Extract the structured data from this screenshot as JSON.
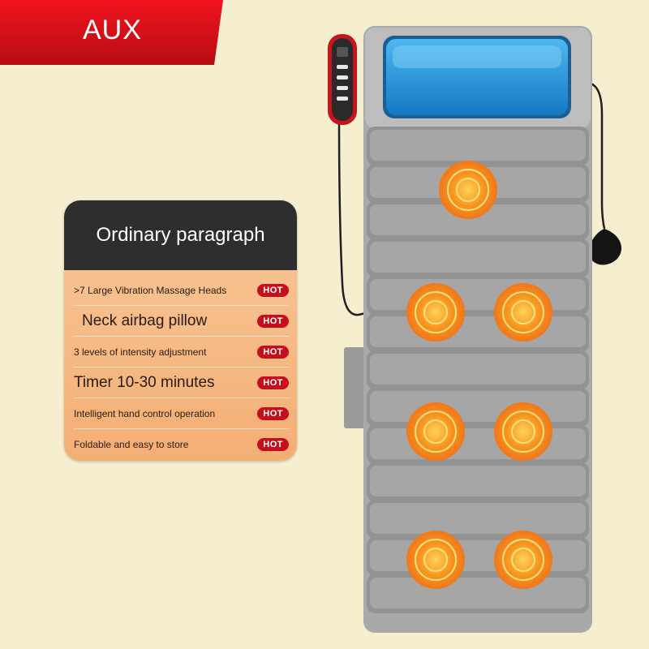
{
  "brand": {
    "label": "AUX"
  },
  "card": {
    "title": "Ordinary paragraph",
    "items": [
      {
        "text": ">7 Large Vibration Massage Heads",
        "badge": "HOT"
      },
      {
        "text": "Neck airbag pillow",
        "badge": "HOT"
      },
      {
        "text": "3 levels of intensity adjustment",
        "badge": "HOT"
      },
      {
        "text": "Timer 10-30 minutes",
        "badge": "HOT"
      },
      {
        "text": "Intelligent hand control operation",
        "badge": "HOT"
      },
      {
        "text": "Foldable and easy to store",
        "badge": "HOT"
      }
    ]
  },
  "colors": {
    "background": "#f6efcf",
    "banner": "#e0121a",
    "card_header": "#2e2e2e",
    "card_body": "#f4b47c",
    "hot_badge": "#c50f1d",
    "mat_gray": "#8e8e8e",
    "pillow_blue": "#1f8fd6",
    "heat_orange": "#f58a1f"
  }
}
